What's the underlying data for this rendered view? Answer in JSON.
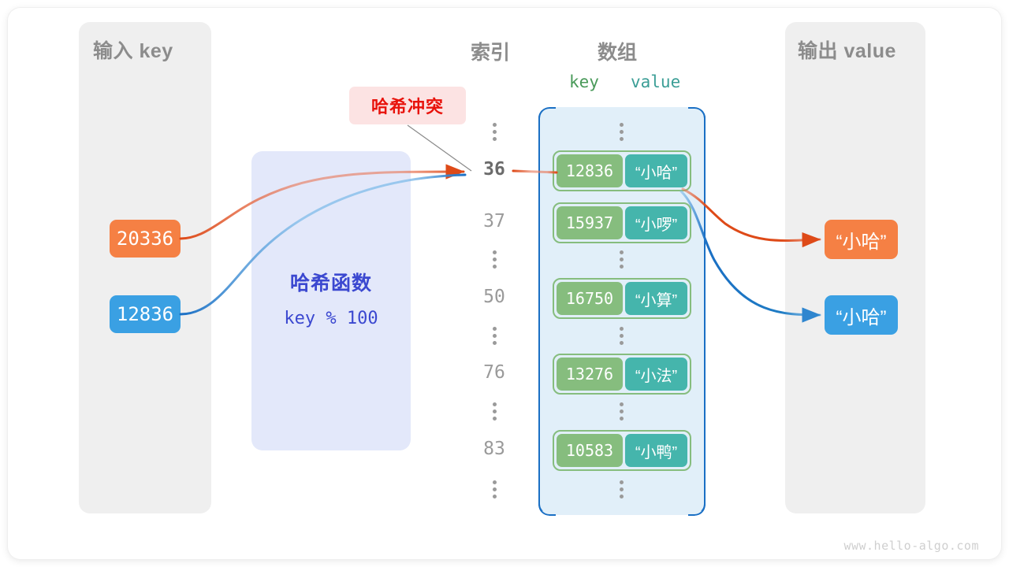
{
  "page": {
    "watermark": "www.hello-algo.com"
  },
  "panels": {
    "input": {
      "title": "输入 key"
    },
    "output": {
      "title": "输出 value"
    }
  },
  "headings": {
    "index": "索引",
    "array": "数组",
    "key": "key",
    "value": "value"
  },
  "badge": {
    "collision_label": "哈希冲突"
  },
  "hash_function": {
    "name": "哈希函数",
    "expression": "key % 100"
  },
  "inputs": [
    {
      "label": "20336",
      "color": "#f58044"
    },
    {
      "label": "12836",
      "color": "#3aa0e3"
    }
  ],
  "outputs": [
    {
      "label": "“小哈”",
      "color": "#f58044"
    },
    {
      "label": "“小哈”",
      "color": "#3aa0e3"
    }
  ],
  "index_column": [
    {
      "kind": "dots"
    },
    {
      "kind": "label",
      "text": "36",
      "highlight": true
    },
    {
      "kind": "label",
      "text": "37",
      "highlight": false
    },
    {
      "kind": "dots"
    },
    {
      "kind": "label",
      "text": "50",
      "highlight": false
    },
    {
      "kind": "dots"
    },
    {
      "kind": "label",
      "text": "76",
      "highlight": false
    },
    {
      "kind": "dots"
    },
    {
      "kind": "label",
      "text": "83",
      "highlight": false
    },
    {
      "kind": "dots"
    }
  ],
  "array_entries": [
    {
      "key": "12836",
      "value": "“小哈”"
    },
    {
      "key": "15937",
      "value": "“小啰”"
    },
    {
      "key": "16750",
      "value": "“小算”"
    },
    {
      "key": "13276",
      "value": "“小法”"
    },
    {
      "key": "10583",
      "value": "“小鸭”"
    }
  ],
  "colors": {
    "panel_bg": "#efefef",
    "panel_text": "#8c8c8c",
    "array_bg": "#e1eff9",
    "array_border": "#1a6fc4",
    "entry_key": "#86bd7e",
    "entry_value": "#45b5ac",
    "hash_box_bg": "#e3e8fa",
    "hash_text": "#3b48d0",
    "badge_bg": "#fce3e3",
    "badge_text": "#e8120b",
    "orange": "#f58044",
    "orange_wire": "#de4a18",
    "blue": "#3aa0e3",
    "blue_wire": "#1a6fc4",
    "index_text": "#9a9a9a",
    "index_highlight": "#6b6b6b"
  }
}
